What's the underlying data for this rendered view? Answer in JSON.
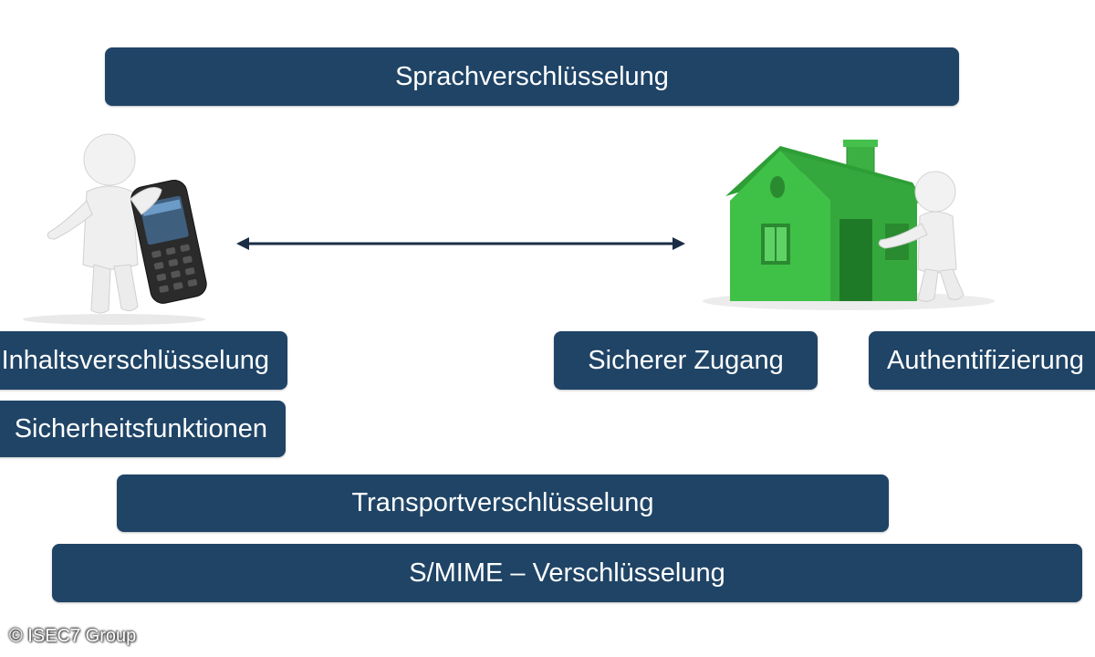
{
  "bars": {
    "sprach": "Sprachverschlüsselung",
    "inhalt": "Inhaltsverschlüsselung",
    "sicherheit": "Sicherheitsfunktionen",
    "zugang": "Sicherer Zugang",
    "auth": "Authentifizierung",
    "transport": "Transportverschlüsselung",
    "smime": "S/MIME – Verschlüsselung"
  },
  "illustrations": {
    "left": "person-with-phone-icon",
    "right": "house-with-person-icon",
    "connector": "double-arrow-icon"
  },
  "colors": {
    "bar_fill": "#1f4466",
    "house_green": "#3cb043",
    "arrow": "#1a2d45"
  },
  "copyright": "© ISEC7 Group"
}
